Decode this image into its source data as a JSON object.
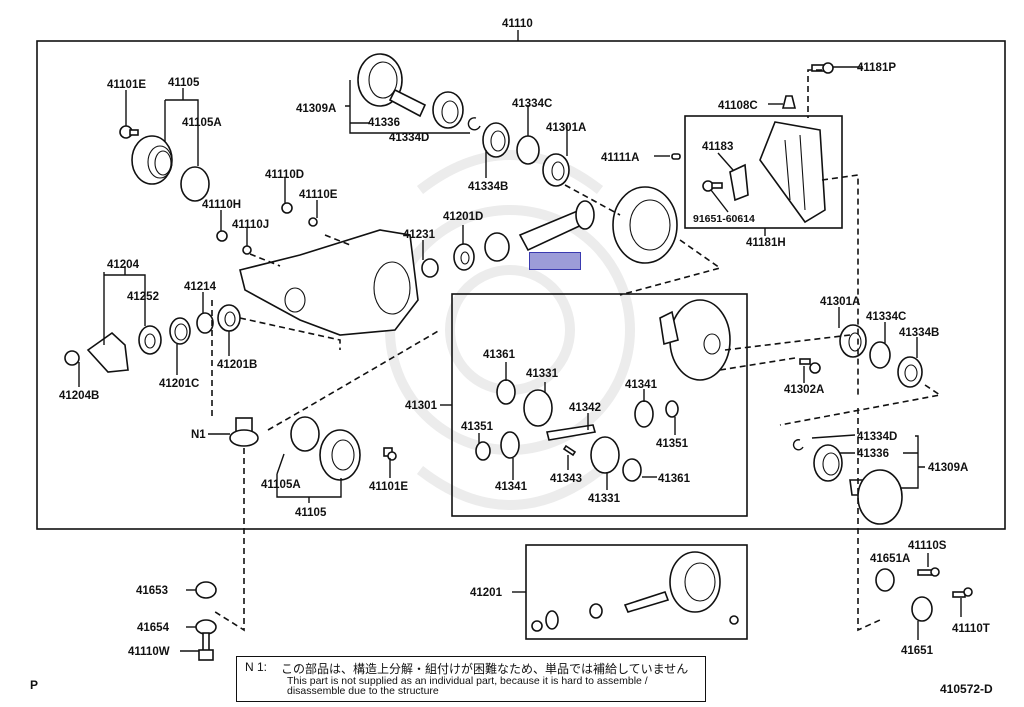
{
  "diagram": {
    "title_part": "41110",
    "diagram_code": "410572-D",
    "page_marker": "P",
    "highlight_color": "#9c9cd8",
    "note": {
      "id": "N 1:",
      "japanese": "この部品は、構造上分解・組付けが困難なため、単品では補給していません",
      "english": "This part is not supplied as an individual part, because it is hard to assemble / disassemble due to the structure"
    },
    "labels": [
      {
        "id": "41110",
        "text": "41110"
      },
      {
        "id": "41101E-top",
        "text": "41101E"
      },
      {
        "id": "41105-top",
        "text": "41105"
      },
      {
        "id": "41105A-top",
        "text": "41105A"
      },
      {
        "id": "41309A-left",
        "text": "41309A"
      },
      {
        "id": "41336-left",
        "text": "41336"
      },
      {
        "id": "41334D-left",
        "text": "41334D"
      },
      {
        "id": "41334C-top",
        "text": "41334C"
      },
      {
        "id": "41301A-top",
        "text": "41301A"
      },
      {
        "id": "41334B-top",
        "text": "41334B"
      },
      {
        "id": "41111A",
        "text": "41111A"
      },
      {
        "id": "41181P",
        "text": "41181P"
      },
      {
        "id": "41108C",
        "text": "41108C"
      },
      {
        "id": "41183",
        "text": "41183"
      },
      {
        "id": "91651-60614",
        "text": "91651-60614"
      },
      {
        "id": "41181H",
        "text": "41181H"
      },
      {
        "id": "41110D",
        "text": "41110D"
      },
      {
        "id": "41110E",
        "text": "41110E"
      },
      {
        "id": "41110H",
        "text": "41110H"
      },
      {
        "id": "41110J",
        "text": "41110J"
      },
      {
        "id": "41201D",
        "text": "41201D"
      },
      {
        "id": "41231",
        "text": "41231"
      },
      {
        "id": "41204",
        "text": "41204"
      },
      {
        "id": "41252",
        "text": "41252"
      },
      {
        "id": "41214",
        "text": "41214"
      },
      {
        "id": "41201B",
        "text": "41201B"
      },
      {
        "id": "41201C",
        "text": "41201C"
      },
      {
        "id": "41204B",
        "text": "41204B"
      },
      {
        "id": "N1",
        "text": "N1"
      },
      {
        "id": "41105A-bottom",
        "text": "41105A"
      },
      {
        "id": "41105-bottom",
        "text": "41105"
      },
      {
        "id": "41101E-bottom",
        "text": "41101E"
      },
      {
        "id": "41301",
        "text": "41301"
      },
      {
        "id": "41361-a",
        "text": "41361"
      },
      {
        "id": "41331-a",
        "text": "41331"
      },
      {
        "id": "41342",
        "text": "41342"
      },
      {
        "id": "41351-a",
        "text": "41351"
      },
      {
        "id": "41341-a",
        "text": "41341"
      },
      {
        "id": "41343",
        "text": "41343"
      },
      {
        "id": "41331-b",
        "text": "41331"
      },
      {
        "id": "41361-b",
        "text": "41361"
      },
      {
        "id": "41341-b",
        "text": "41341"
      },
      {
        "id": "41351-b",
        "text": "41351"
      },
      {
        "id": "41301A-right",
        "text": "41301A"
      },
      {
        "id": "41334C-right",
        "text": "41334C"
      },
      {
        "id": "41334B-right",
        "text": "41334B"
      },
      {
        "id": "41302A",
        "text": "41302A"
      },
      {
        "id": "41334D-right",
        "text": "41334D"
      },
      {
        "id": "41336-right",
        "text": "41336"
      },
      {
        "id": "41309A-right",
        "text": "41309A"
      },
      {
        "id": "41201",
        "text": "41201"
      },
      {
        "id": "41653",
        "text": "41653"
      },
      {
        "id": "41654",
        "text": "41654"
      },
      {
        "id": "41110W",
        "text": "41110W"
      },
      {
        "id": "41110S",
        "text": "41110S"
      },
      {
        "id": "41651A",
        "text": "41651A"
      },
      {
        "id": "41110T",
        "text": "41110T"
      },
      {
        "id": "41651",
        "text": "41651"
      }
    ]
  }
}
